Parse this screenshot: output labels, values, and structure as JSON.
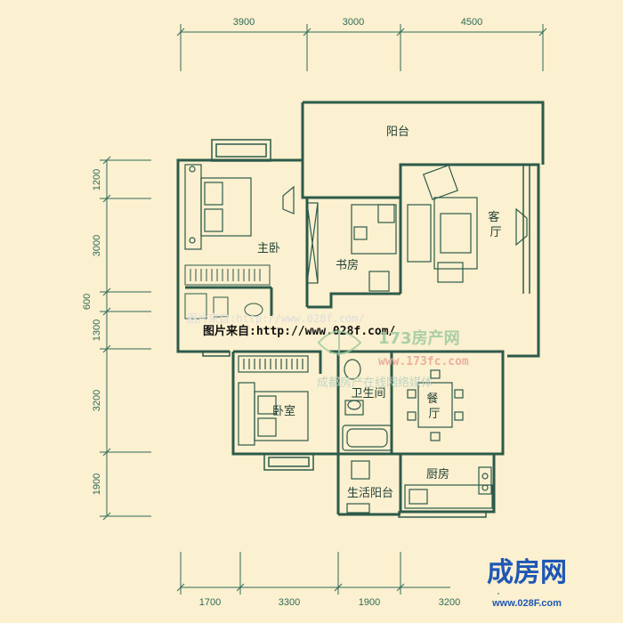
{
  "dimensions": {
    "top": [
      "3900",
      "3000",
      "4500"
    ],
    "left": [
      "1200",
      "3000",
      "600",
      "1300",
      "3200",
      "1900"
    ],
    "bottom": [
      "1700",
      "3300",
      "1900",
      "3200"
    ]
  },
  "rooms": {
    "balcony": "阳台",
    "living_room": "客厅",
    "master_bedroom": "主卧",
    "study": "书房",
    "bathroom": "卫生间",
    "bedroom": "卧室",
    "dining": "餐厅",
    "kitchen": "厨房",
    "utility_balcony": "生活阳台"
  },
  "watermarks": {
    "source": "图片来自:http://www.028f.com/",
    "source_faint": "图片来自:http://www.028f.com/",
    "site_name": "173房产网",
    "site_url": "www.173fc.com",
    "site_slogan": "成都房产在线网络媒体"
  },
  "logo": {
    "name": "成房网",
    "url": "www.028F.com"
  },
  "colors": {
    "background": "#fbf0cf",
    "walls": "#2c5a4a",
    "dimension_lines": "#2f6a58",
    "logo": "#1e57b6"
  }
}
